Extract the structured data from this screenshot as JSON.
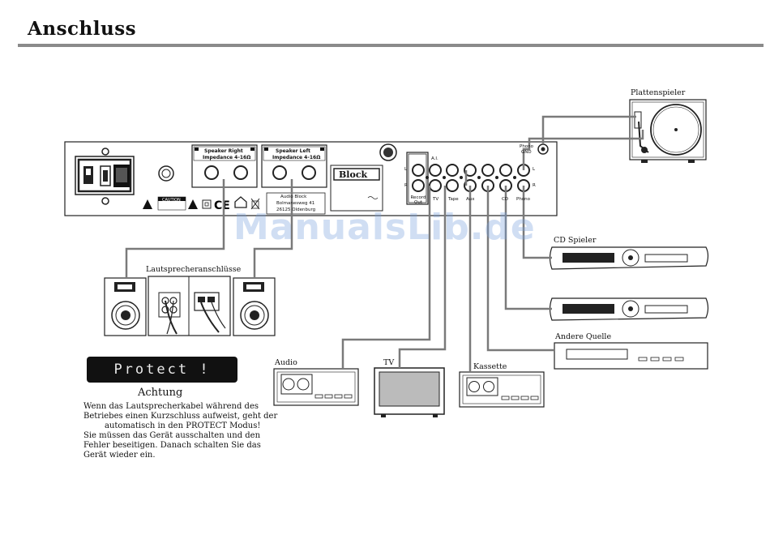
{
  "page": {
    "title": "Anschluss",
    "watermark": "ManualsLib.de"
  },
  "amp_panel": {
    "speaker_right": "Speaker Right",
    "speaker_left": "Speaker Left",
    "impedance": "Impedance 4-16Ω",
    "address_line1": "Audio Block",
    "address_line2": "Bolmanesweg 41",
    "address_line3": "26125 Oldenburg",
    "brand": "Block",
    "caution": "CAUTION",
    "phono_gnd_1": "Phono",
    "phono_gnd_2": "GND",
    "input_labels": [
      "A.I.",
      "TV",
      "Tape",
      "Aux",
      "CD",
      "Phono"
    ],
    "record_out": "Record Out",
    "lr_left": "L",
    "lr_right": "R"
  },
  "labels": {
    "turntable": "Plattenspieler",
    "cd_player": "CD Spieler",
    "other_source": "Andere Quelle",
    "speaker_terminals": "Lautsprecheranschlüsse",
    "audio": "Audio",
    "tv": "TV",
    "cassette": "Kassette"
  },
  "protect_display": "Protect !",
  "warning": {
    "title": "Achtung",
    "lines": [
      "Wenn das Lautsprecherkabel während des",
      "Betriebes einen Kurzschluss aufweist, geht der",
      "automatisch in den PROTECT Modus!",
      "Sie müssen das Gerät ausschalten und den",
      "Fehler beseitigen. Danach schalten Sie das",
      "Gerät wieder ein."
    ]
  }
}
